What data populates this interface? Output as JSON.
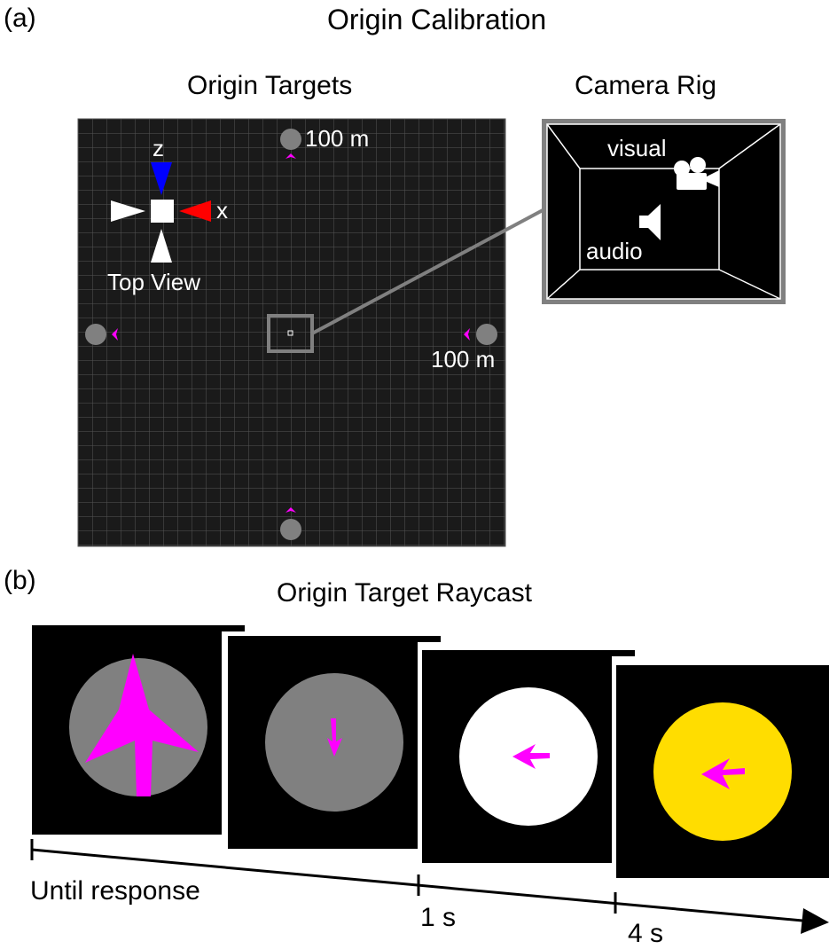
{
  "panel_a": {
    "label": "(a)",
    "title": "Origin Calibration",
    "origin_targets_title": "Origin Targets",
    "camera_rig_title": "Camera Rig",
    "top_view_label": "Top View",
    "axis_z_label": "z",
    "axis_x_label": "x",
    "distance_top_label": "100 m",
    "distance_right_label": "100 m",
    "visual_label": "visual",
    "audio_label": "audio",
    "icons": [
      "camera-icon",
      "speaker-icon",
      "axis-arrow-icon",
      "target-disc-icon",
      "arrow-marker-icon"
    ]
  },
  "panel_b": {
    "label": "(b)",
    "title": "Origin Target Raycast",
    "timeline": [
      {
        "label": "Until response",
        "disc_color": "#808080"
      },
      {
        "label": "1 s",
        "disc_color": "#808080"
      },
      {
        "label": "",
        "disc_color": "#ffffff"
      },
      {
        "label": "4 s",
        "disc_color": "#ffdd00"
      }
    ]
  },
  "colors": {
    "background": "#000000",
    "grid_background": "#1a1a1a",
    "grid_line": "#555555",
    "target_gray": "#808080",
    "arrow_magenta": "#ff00ff",
    "axis_blue": "#0000ff",
    "axis_red": "#ff0000",
    "highlight_yellow": "#ffdd00"
  }
}
